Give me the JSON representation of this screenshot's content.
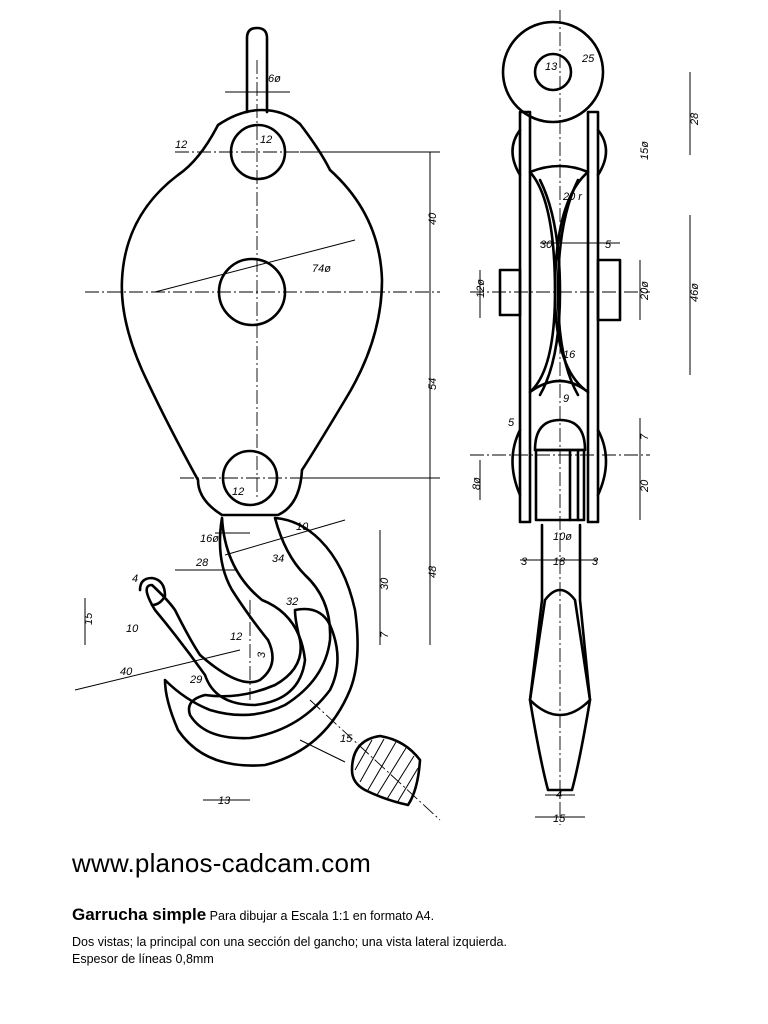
{
  "site": {
    "url": "www.planos-cadcam.com"
  },
  "title": {
    "name": "Garrucha simple",
    "subtitle": "Para dibujar a Escala 1:1 en formato A4.",
    "line1": "Dos vistas; la principal con una sección del gancho; una vista lateral izquierda.",
    "line2": "Espesor de líneas 0,8mm"
  },
  "dimensions": {
    "d6": "6ø",
    "d12a": "12",
    "r12": "12",
    "d74": "74ø",
    "v40": "40",
    "v54": "54",
    "v48": "48",
    "d12b": "12",
    "d16": "16ø",
    "h28": "28",
    "r34": "34",
    "r10": "10",
    "v30": "30",
    "v7": "7",
    "r32": "32",
    "r12b": "12",
    "v3": "3",
    "r4": "4",
    "v15": "15",
    "r10b": "10",
    "r40": "40",
    "r29": "29",
    "s15": "15",
    "h13": "13",
    "d13": "13",
    "r25": "25",
    "v28": "28",
    "d15": "15ø",
    "r20": "20 r",
    "h30": "30",
    "h5": "5",
    "d12c": "12ø",
    "d20": "20ø",
    "d46": "46ø",
    "h16": "16",
    "r9": "9",
    "h5b": "5",
    "v7b": "7",
    "d8": "8ø",
    "v20": "20",
    "d10": "10ø",
    "h3a": "3",
    "h18": "18",
    "h3b": "3",
    "h4": "4",
    "h15": "15"
  }
}
